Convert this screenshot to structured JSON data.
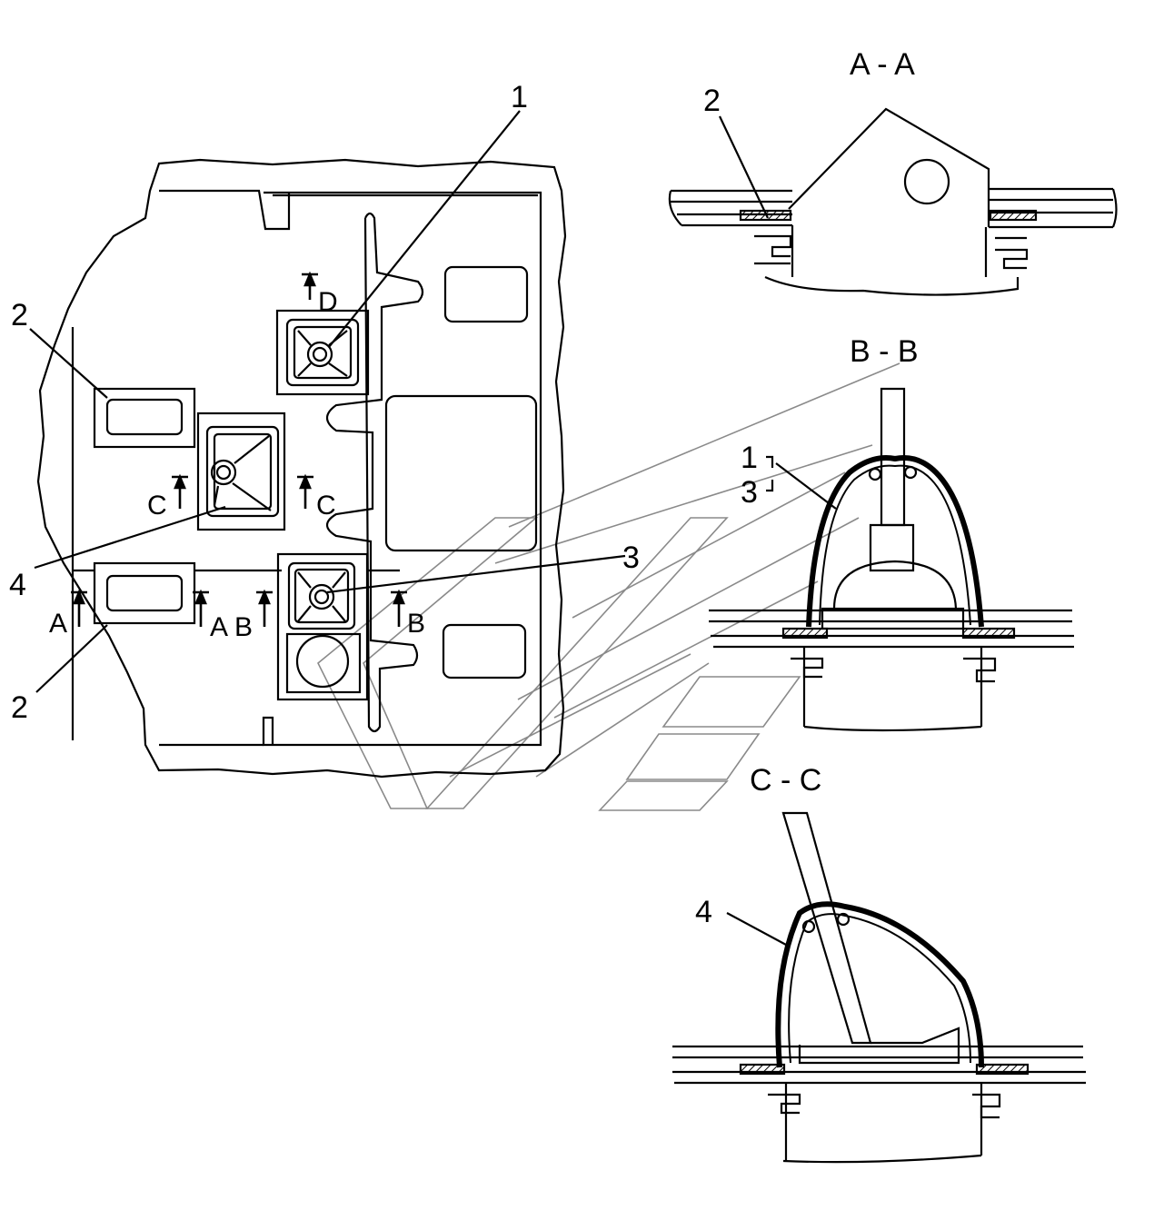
{
  "colors": {
    "ink": "#000000",
    "ghost": "#8a8a8a",
    "paper": "#ffffff",
    "hatch": "#555555"
  },
  "views": {
    "aa": {
      "title": "A - A",
      "callout": "2"
    },
    "bb": {
      "title": "B - B",
      "callout_top": "1",
      "callout_bottom": "3"
    },
    "cc": {
      "title": "C - C",
      "callout": "4"
    }
  },
  "plan": {
    "callouts": {
      "c1": "1",
      "c2_top": "2",
      "c2_bottom": "2",
      "c3": "3",
      "c4": "4"
    },
    "section_marks": {
      "d": "D",
      "c_left": "C",
      "c_right": "C",
      "a_left": "A",
      "a_right": "A",
      "b_left": "B",
      "b_right": "B"
    }
  }
}
